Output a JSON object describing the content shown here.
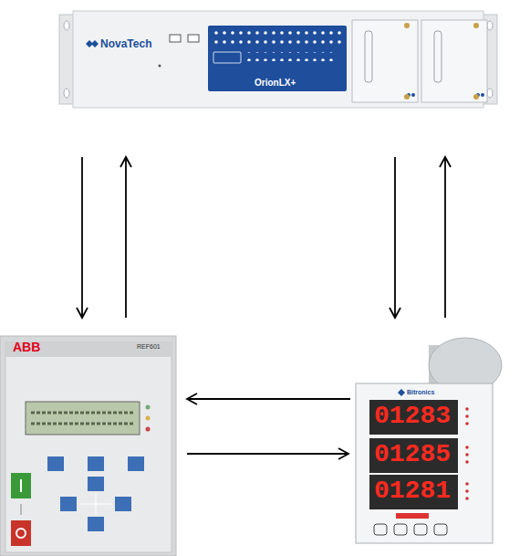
{
  "diagram": {
    "nodes": [
      {
        "text": [
          "NovaTech",
          "OrionLX+"
        ]
      },
      {
        "text": [
          "ABB",
          "REF601"
        ]
      },
      {
        "text": [
          "Bitronics",
          "01283",
          "01285",
          "01281"
        ]
      }
    ],
    "edges": [
      {
        "from": 0,
        "to": 1,
        "arrow": "to"
      },
      {
        "from": 1,
        "to": 0,
        "arrow": "to"
      },
      {
        "from": 0,
        "to": 2,
        "arrow": "to"
      },
      {
        "from": 2,
        "to": 0,
        "arrow": "to"
      },
      {
        "from": 2,
        "to": 1,
        "arrow": "to"
      },
      {
        "from": 1,
        "to": 2,
        "arrow": "to"
      }
    ]
  }
}
